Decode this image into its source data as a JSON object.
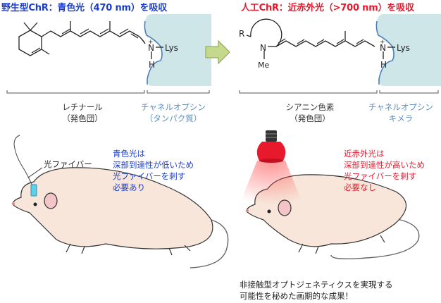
{
  "left": {
    "title": "野生型ChR：青色光（470 nm）を吸収",
    "retinal_label": "レチナール",
    "retinal_sub": "（発色団）",
    "channel_label": "チャネルオプシン",
    "channel_sub": "（タンパク質）",
    "fiber_label": "光ファイバー",
    "note": [
      "青色光は",
      "深部到達性が低いため",
      "光ファイバーを刺す",
      "必要あり"
    ]
  },
  "right": {
    "title": "人工ChR：近赤外光（>700 nm）を吸収",
    "cyanine_label": "シアニン色素",
    "cyanine_sub": "（発色団）",
    "channel_label": "チャネルオプシン",
    "channel_sub": "キメラ",
    "note": [
      "近赤外光は",
      "深部到達性が高いため",
      "光ファイバーを刺す",
      "必要なし"
    ]
  },
  "chem": {
    "lys": "Lys",
    "n": "N",
    "h": "H",
    "plus": "+",
    "r": "R",
    "me": "Me"
  },
  "conclusion": [
    "非接触型オプトジェネティクスを実現する",
    "可能性を秘めた画期的な成果！"
  ],
  "colors": {
    "blue": "#1a3dcc",
    "red": "#e8192c",
    "protein_fill": "#cfe6e8",
    "protein_stroke": "#4a7fb8",
    "protein_label": "#5b8fbf",
    "arrow_fill": "#c5d98c",
    "mouse_fill": "#f7e6d9"
  }
}
